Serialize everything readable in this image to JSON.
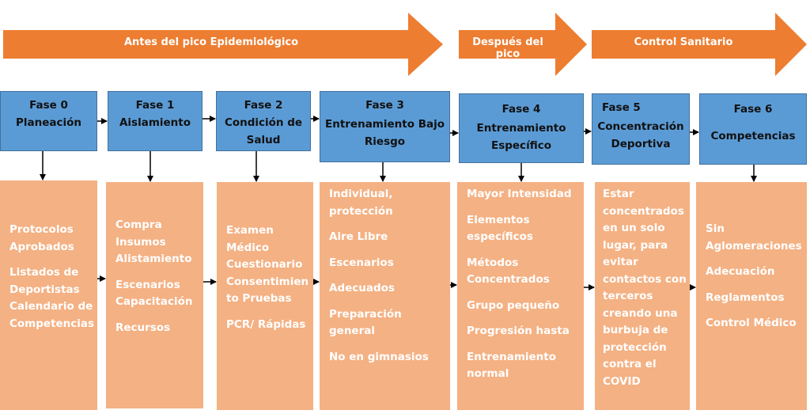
{
  "banners": {
    "before": "Antes del pico Epidemiológico",
    "after": "Después del pico",
    "control": "Control Sanitario"
  },
  "phases": [
    {
      "title": "Fase 0",
      "name": "Planeación"
    },
    {
      "title": "Fase 1",
      "name": "Aislamiento"
    },
    {
      "title": "Fase 2",
      "name": "Condición de\nSalud"
    },
    {
      "title": "Fase 3",
      "name": "Entrenamiento Bajo\nRiesgo"
    },
    {
      "title": "Fase 4",
      "name": "Entrenamiento\nEspecífico"
    },
    {
      "title": "Fase 5",
      "name": "Concentración\nDeportiva"
    },
    {
      "title": "Fase 6",
      "name": "Competencias"
    }
  ],
  "details": [
    [
      "Protocolos\nAprobados",
      "Listados de\nDeportistas\nCalendario de\nCompetencias"
    ],
    [
      "Compra\nInsumos\nAlistamiento",
      "Escenarios\nCapacitación",
      "Recursos"
    ],
    [
      "Examen\nMédico\nCuestionario\nConsentimien\nto Pruebas",
      "PCR/ Rápidas"
    ],
    [
      "Individual,\nprotección",
      "Aire Libre",
      "Escenarios",
      "Adecuados",
      "Preparación\ngeneral",
      "No en gimnasios"
    ],
    [
      "Mayor Intensidad",
      "Elementos\nespecíficos",
      "Métodos\nConcentrados",
      "Grupo pequeño",
      "Progresión hasta",
      "Entrenamiento\nnormal"
    ],
    [
      "Estar\nconcentrados\nen un solo\nlugar, para\nevitar\ncontactos con\nterceros\ncreando una\nburbuja de\nprotección\ncontra el\nCOVID"
    ],
    [
      "Sin\nAglomeraciones",
      "Adecuación",
      "Reglamentos",
      "Control Médico"
    ]
  ],
  "colors": {
    "banner": "#ed7d31",
    "phase_box": "#5b9bd5",
    "detail_box": "#f4b183"
  }
}
